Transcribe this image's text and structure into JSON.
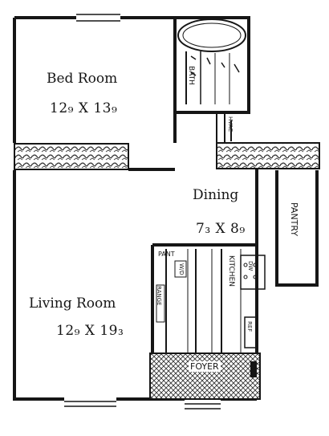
{
  "plan": {
    "rooms": {
      "bedroom": {
        "name": "Bed Room",
        "size": "12₉ X 13₉"
      },
      "dining": {
        "name": "Dining",
        "size": "7₃ X 8₉"
      },
      "living": {
        "name": "Living Room",
        "size": "12₉ X 19₃"
      }
    },
    "labels": {
      "bath": "BATH",
      "pantry": "PANTRY",
      "pant": "PANT",
      "kitchen": "KITCHEN",
      "hvac": "HVAC",
      "wd": "W/D",
      "range": "RANGE",
      "ref": "REF",
      "dw": "DW",
      "foyer": "FOYER"
    },
    "colors": {
      "line": "#161616",
      "hatch": "#555555",
      "paper": "#ffffff"
    }
  }
}
